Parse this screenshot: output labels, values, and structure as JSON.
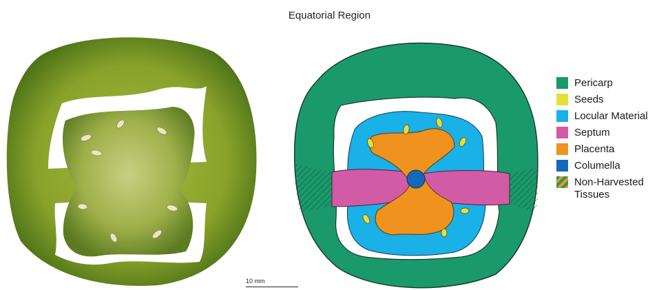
{
  "title": "Equatorial Region",
  "scale_label": "10 mm",
  "panels": {
    "photo": "photograph-of-tomato-slice",
    "drawing": "color-coded-tissue-map"
  },
  "legend": [
    {
      "label": "Pericarp",
      "color": "#1a9a6c"
    },
    {
      "label": "Seeds",
      "color": "#e6df3a"
    },
    {
      "label": "Locular Material",
      "color": "#1ab0e8"
    },
    {
      "label": "Septum",
      "color": "#d25ba6"
    },
    {
      "label": "Placenta",
      "color": "#f0921e"
    },
    {
      "label": "Columella",
      "color": "#1669b8"
    },
    {
      "label": "Non-Harvested Tissues",
      "color": "#1a9a6c",
      "color2": "#f0921e",
      "striped": true
    }
  ]
}
